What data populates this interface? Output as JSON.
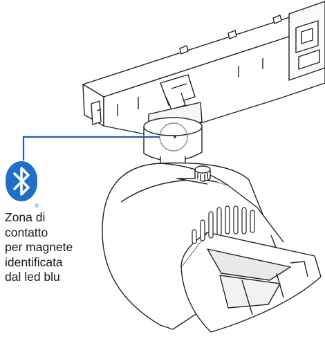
{
  "caption": {
    "lines": [
      "Zona di",
      "contatto",
      "per magnete",
      "identificata",
      "dal led blu"
    ]
  },
  "logo": {
    "icon": "bluetooth-icon",
    "mark": "®"
  },
  "colors": {
    "callout": "#1f5ea8",
    "bluetooth_badge": "#1f6fc9",
    "line_art": "#222222",
    "background": "#ffffff"
  }
}
